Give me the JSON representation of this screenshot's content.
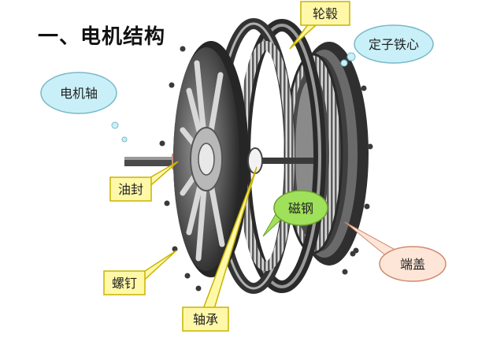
{
  "page": {
    "title": "一、电机结构"
  },
  "colors": {
    "yellow_box": "#fff8a8",
    "yellow_stroke": "#c8b400",
    "cloud_fill": "#c9f0f8",
    "cloud_stroke": "#7ab8c8",
    "green_fill": "#9fe15a",
    "peach_fill": "#fde6d8",
    "peach_stroke": "#d08a70",
    "motor_dark": "#3a3a3a",
    "motor_mid": "#8a8a8a",
    "motor_light": "#c8c8c8"
  },
  "labels": {
    "hub": "轮毂",
    "stator_core": "定子铁心",
    "motor_shaft": "电机轴",
    "oil_seal": "油封",
    "magnet": "磁钢",
    "end_cover": "端盖",
    "screw": "螺钉",
    "bearing": "轴承"
  }
}
